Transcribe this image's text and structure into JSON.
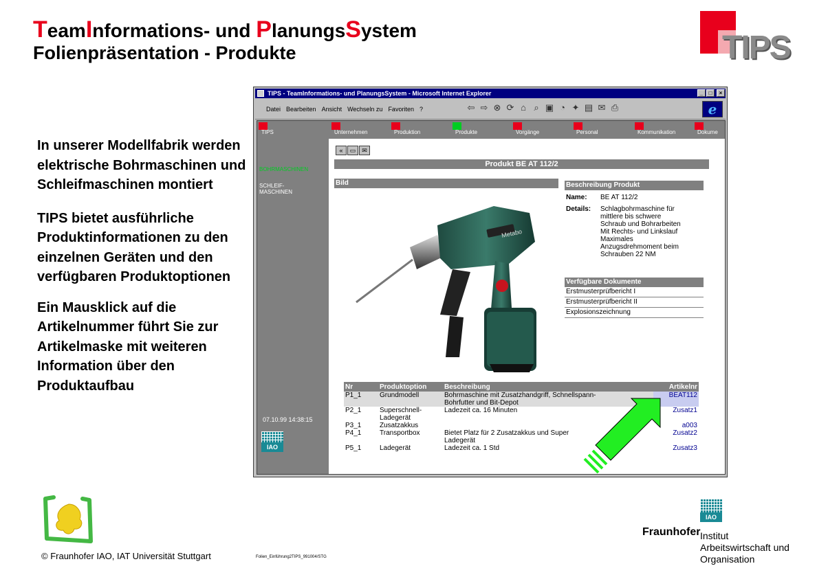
{
  "slide": {
    "title_line1": [
      {
        "text": "T",
        "big": true
      },
      {
        "text": "eam",
        "big": false
      },
      {
        "text": "I",
        "big": true
      },
      {
        "text": "nformations- und ",
        "big": false
      },
      {
        "text": "P",
        "big": true
      },
      {
        "text": "lanungs",
        "big": false
      },
      {
        "text": "S",
        "big": true
      },
      {
        "text": "ystem",
        "big": false
      }
    ],
    "title_line2": "Folienpräsentation - Produkte",
    "logo_text": "TIPS",
    "body_paragraphs": [
      "In unserer Modellfabrik werden elektrische Bohrmaschinen und Schleifmaschinen montiert",
      "TIPS bietet ausführliche Produktinformationen zu den einzelnen Geräten und den verfügbaren Produktoptionen",
      "Ein Mausklick auf die Artikelnummer führt Sie zur Artikelmaske mit weiteren Information über den Produktaufbau"
    ],
    "copyright": "© Fraunhofer IAO, IAT Universität Stuttgart",
    "filename": "Folien_Einführung2TIPS_991004/STG",
    "fraunhofer": "Fraunhofer",
    "institute_lines": [
      "Institut",
      "Arbeitswirtschaft und",
      "Organisation"
    ],
    "iao_label": "IAO"
  },
  "browser": {
    "title": "TIPS - TeamInformations- und PlanungsSystem - Microsoft Internet Explorer",
    "window_buttons": [
      "_",
      "□",
      "×"
    ],
    "menu": [
      "Datei",
      "Bearbeiten",
      "Ansicht",
      "Wechseln zu",
      "Favoriten",
      "?"
    ],
    "toolbar_icons": [
      "back-icon",
      "forward-icon",
      "stop-icon",
      "refresh-icon",
      "home-icon",
      "search-icon",
      "favorites-icon",
      "history-icon",
      "channels-icon",
      "fullscreen-icon",
      "mail-icon",
      "print-icon"
    ],
    "ie_logo": "e"
  },
  "app": {
    "nav": [
      {
        "label": "TIPS",
        "active": false
      },
      {
        "label": "Unternehmen",
        "active": false
      },
      {
        "label": "Produktion",
        "active": false
      },
      {
        "label": "Produkte",
        "active": true
      },
      {
        "label": "Vorgänge",
        "active": false
      },
      {
        "label": "Personal",
        "active": false
      },
      {
        "label": "Kommunikation",
        "active": false
      },
      {
        "label": "Dokume",
        "active": false
      }
    ],
    "sidebar": {
      "active_item": "BOHRMASCHINEN",
      "items": [
        "SCHLEIF-",
        "MASCHINEN"
      ],
      "clock": "07.10.99  14:38:15",
      "badge": "IAO"
    },
    "product_header": "Produkt  BE AT 112/2",
    "bild_header": "Bild",
    "drill_brand": "Metabo",
    "description": {
      "header": "Beschreibung Produkt",
      "name_label": "Name:",
      "name_value": "BE AT 112/2",
      "details_label": "Details:",
      "details_lines": [
        "Schlagbohrmaschine für",
        "mittlere bis schwere",
        "Schraub und Bohrarbeiten",
        "Mit Rechts- und Linkslauf",
        "Maximales",
        "Anzugsdrehmoment beim",
        "Schrauben 22 NM"
      ]
    },
    "documents": {
      "header": "Verfügbare Dokumente",
      "items": [
        "Erstmusterprüfbericht I",
        "Erstmusterprüfbericht II",
        "Explosionszeichnung"
      ]
    },
    "options_table": {
      "headers": [
        "Nr",
        "Produktoption",
        "Beschreibung",
        "Artikelnr"
      ],
      "rows": [
        {
          "nr": "P1_1",
          "option": "Grundmodell",
          "desc": "Bohrmaschine mit Zusatzhandgriff, Schnellspann-\nBohrfutter und Bit-Depot",
          "art": "BEAT112"
        },
        {
          "nr": "P2_1",
          "option": "Superschnell-\nLadegerät",
          "desc": "Ladezeit ca. 16 Minuten",
          "art": "Zusatz1"
        },
        {
          "nr": "P3_1",
          "option": "Zusatzakkus",
          "desc": "",
          "art": "a003"
        },
        {
          "nr": "P4_1",
          "option": "Transportbox",
          "desc": "Bietet Platz für 2 Zusatzakkus und Super\nLadegerät",
          "art": "Zusatz2"
        },
        {
          "nr": "P5_1",
          "option": "Ladegerät",
          "desc": "Ladezeit ca. 1 Std",
          "art": "Zusatz3"
        }
      ]
    }
  }
}
